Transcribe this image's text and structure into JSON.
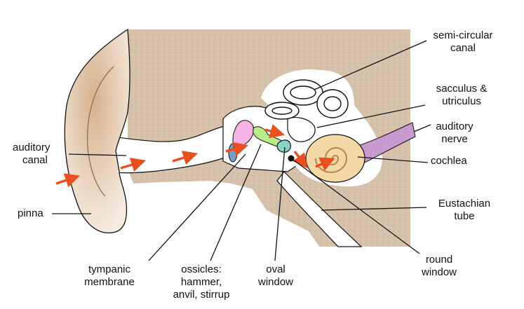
{
  "labels": {
    "auditory_canal": [
      "auditory",
      "canal"
    ],
    "pinna": "pinna",
    "tympanic_membrane": [
      "tympanic",
      "membrane"
    ],
    "ossicles": [
      "ossicles:",
      "hammer,",
      "anvil, stirrup"
    ],
    "oval_window": [
      "oval",
      "window"
    ],
    "round_window": [
      "round",
      "window"
    ],
    "semi_circular_canal": [
      "semi-circular",
      "canal"
    ],
    "sacculus_utriculus": [
      "sacculus &",
      "utriculus"
    ],
    "auditory_nerve": [
      "auditory",
      "nerve"
    ],
    "cochlea": "cochlea",
    "eustachian_tube": [
      "Eustachian",
      "tube"
    ]
  },
  "colors": {
    "tissue": "#d9c6b0",
    "pinna_skin": "#e8d3bd",
    "cochlea": "#f4d9a6",
    "nerve": "#c79ad0",
    "hammer": "#f7b3e6",
    "anvil": "#b6ec8a",
    "stirrup": "#8ed3c9",
    "tympanic": "#7a9ccc",
    "arrow": "#e8501f"
  }
}
